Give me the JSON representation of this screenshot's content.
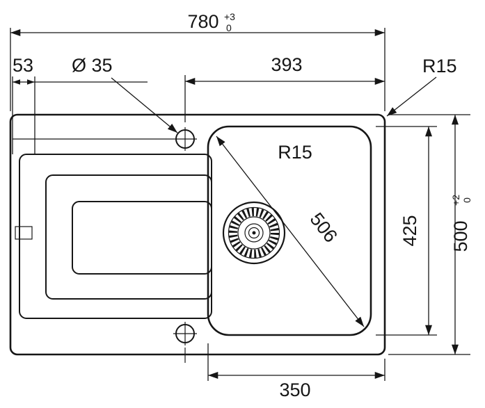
{
  "colors": {
    "line": "#161616",
    "background": "#ffffff"
  },
  "dimensions": {
    "overall_width": {
      "value": "780",
      "tol_plus": "+3",
      "tol_minus": "0"
    },
    "left_offset": {
      "value": "53"
    },
    "tap_hole_diameter": {
      "value": "Ø 35"
    },
    "hole_to_right_edge": {
      "value": "393"
    },
    "outer_corner_radius": {
      "value": "R15"
    },
    "bowl_corner_radius": {
      "value": "R15"
    },
    "bowl_diagonal": {
      "value": "506"
    },
    "bowl_length": {
      "value": "425"
    },
    "overall_depth": {
      "value": "500",
      "tol_plus": "+2",
      "tol_minus": "0"
    },
    "bowl_bottom_width": {
      "value": "350"
    }
  }
}
